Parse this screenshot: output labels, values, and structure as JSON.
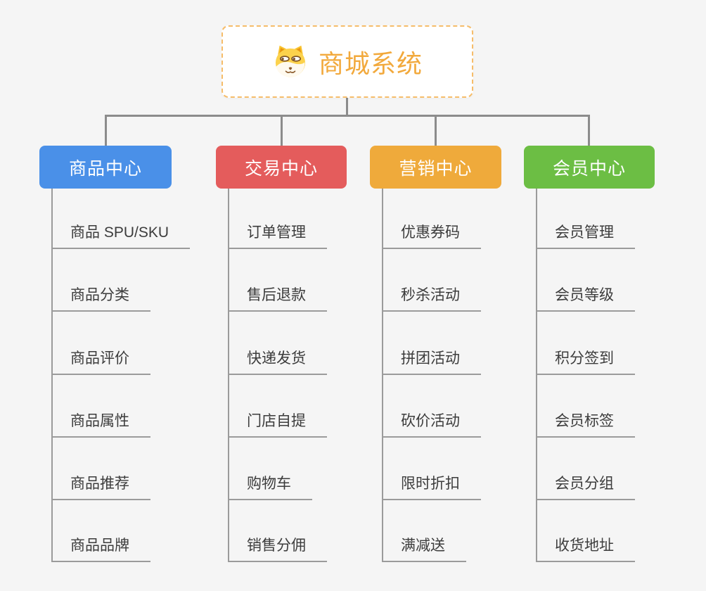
{
  "page": {
    "background": "#f5f5f5"
  },
  "root": {
    "label": "商城系统",
    "icon": "dog-face-icon",
    "text_color": "#f2a93c",
    "border_color": "#f6bd6a"
  },
  "connector_color": "#8c8c8c",
  "leaf_line_color": "#9b9b9b",
  "leaf_text_color": "#3c3c3c",
  "branches": [
    {
      "id": "product-center",
      "label": "商品中心",
      "color": "#4a90e8",
      "children": [
        "商品 SPU/SKU",
        "商品分类",
        "商品评价",
        "商品属性",
        "商品推荐",
        "商品品牌"
      ]
    },
    {
      "id": "trade-center",
      "label": "交易中心",
      "color": "#e45c5c",
      "children": [
        "订单管理",
        "售后退款",
        "快递发货",
        "门店自提",
        "购物车",
        "销售分佣"
      ]
    },
    {
      "id": "marketing-center",
      "label": "营销中心",
      "color": "#efaa3b",
      "children": [
        "优惠券码",
        "秒杀活动",
        "拼团活动",
        "砍价活动",
        "限时折扣",
        "满减送"
      ]
    },
    {
      "id": "member-center",
      "label": "会员中心",
      "color": "#6cbe44",
      "children": [
        "会员管理",
        "会员等级",
        "积分签到",
        "会员标签",
        "会员分组",
        "收货地址"
      ]
    }
  ]
}
